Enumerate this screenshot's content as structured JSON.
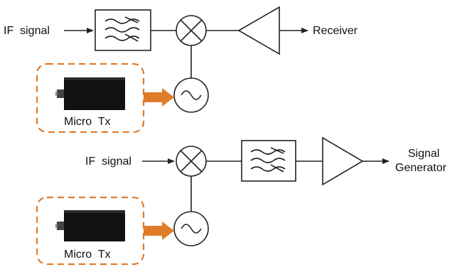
{
  "diagram": {
    "top_chain": {
      "input_label": "IF  signal",
      "output_label": "Receiver",
      "blocks": [
        "bandpass-filter-icon",
        "mixer-icon",
        "amplifier-icon"
      ],
      "oscillator": "local-oscillator-icon",
      "source_label": "Micro  Tx"
    },
    "bottom_chain": {
      "input_label": "IF  signal",
      "output_label_line1": "Signal",
      "output_label_line2": "Generator",
      "blocks": [
        "mixer-icon",
        "bandpass-filter-icon",
        "amplifier-icon"
      ],
      "oscillator": "local-oscillator-icon",
      "source_label": "Micro  Tx"
    },
    "colors": {
      "accent": "#e07b2a",
      "line": "#222222",
      "device": "#111111"
    }
  }
}
